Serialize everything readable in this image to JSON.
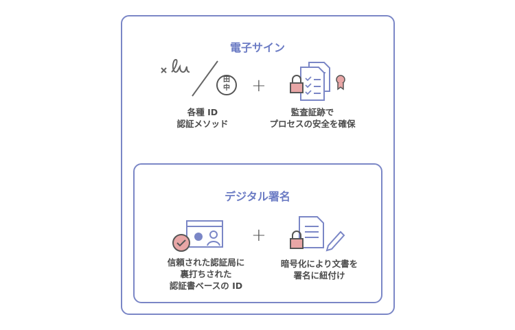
{
  "electronic_signature": {
    "title": "電子サイン",
    "left_caption": [
      "各種 ID",
      "認証メソッド"
    ],
    "right_caption": [
      "監査証跡で",
      "プロセスの安全を確保"
    ],
    "seal_text": [
      "田",
      "中"
    ],
    "plus": "+"
  },
  "digital_signature": {
    "title": "デジタル署名",
    "left_caption": [
      "信頼された認証局に",
      "裏打ちされた",
      "認証書ベースの ID"
    ],
    "right_caption": [
      "暗号化により文書を",
      "署名に紐付け"
    ],
    "plus": "+"
  },
  "colors": {
    "accent": "#6b7bc4",
    "lock": "#e8a6a6",
    "text": "#4a4a4a"
  }
}
